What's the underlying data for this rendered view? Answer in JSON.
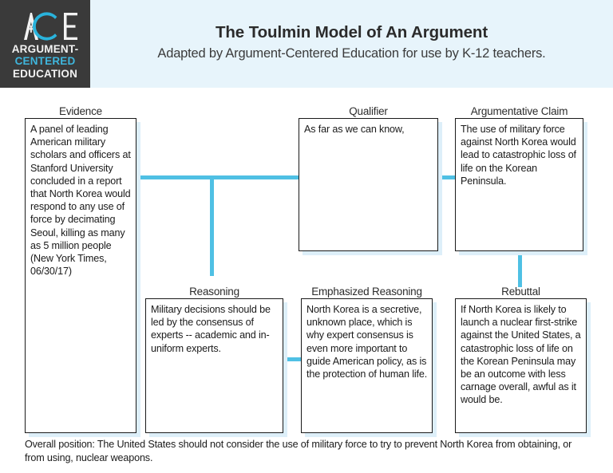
{
  "logo": {
    "mark": "ACE",
    "mark_letters": [
      "A",
      "C",
      "E"
    ],
    "line1": "ARGUMENT-",
    "line2": "CENTERED",
    "line3": "EDUCATION",
    "colors": {
      "background": "#3a3a3a",
      "accent": "#3fb6dd",
      "text": "#f2f2f2"
    }
  },
  "header": {
    "title": "The Toulmin Model of An Argument",
    "subtitle": "Adapted by Argument-Centered Education for use by K-12 teachers.",
    "background": "#e7f4fb"
  },
  "diagram": {
    "connector_color": "#4fc0e4",
    "box_border_color": "#1a1a1a",
    "box_shadow_color": "#ddeff9",
    "nodes": [
      {
        "id": "evidence",
        "label": "Evidence",
        "text": "A panel of leading American military scholars and officers at Stanford University concluded in a report that North Korea would respond to any use of force by decimating Seoul, killing as many as 5 million people (New York Times, 06/30/17)"
      },
      {
        "id": "qualifier",
        "label": "Qualifier",
        "text": "As far as we can know,"
      },
      {
        "id": "argumentative-claim",
        "label": "Argumentative Claim",
        "text": "The use of military force against North Korea would lead to catastrophic loss of life on the Korean Peninsula."
      },
      {
        "id": "reasoning",
        "label": "Reasoning",
        "text": "Military decisions should be led by the consensus of experts -- academic and in-uniform experts."
      },
      {
        "id": "emphasized-reasoning",
        "label": "Emphasized Reasoning",
        "text": "North Korea is a secretive, unknown place, which is why expert consensus is even more important to guide American policy, as is the protection of human life."
      },
      {
        "id": "rebuttal",
        "label": "Rebuttal",
        "text": "If North Korea is likely to launch a nuclear first-strike against the United States, a catastrophic loss of life on the Korean Peninsula may be an outcome with less carnage overall, awful as it would be."
      }
    ]
  },
  "footer": {
    "text": "Overall position: The United States should not consider the use of military force to try to prevent North Korea from obtaining, or from using, nuclear weapons."
  }
}
